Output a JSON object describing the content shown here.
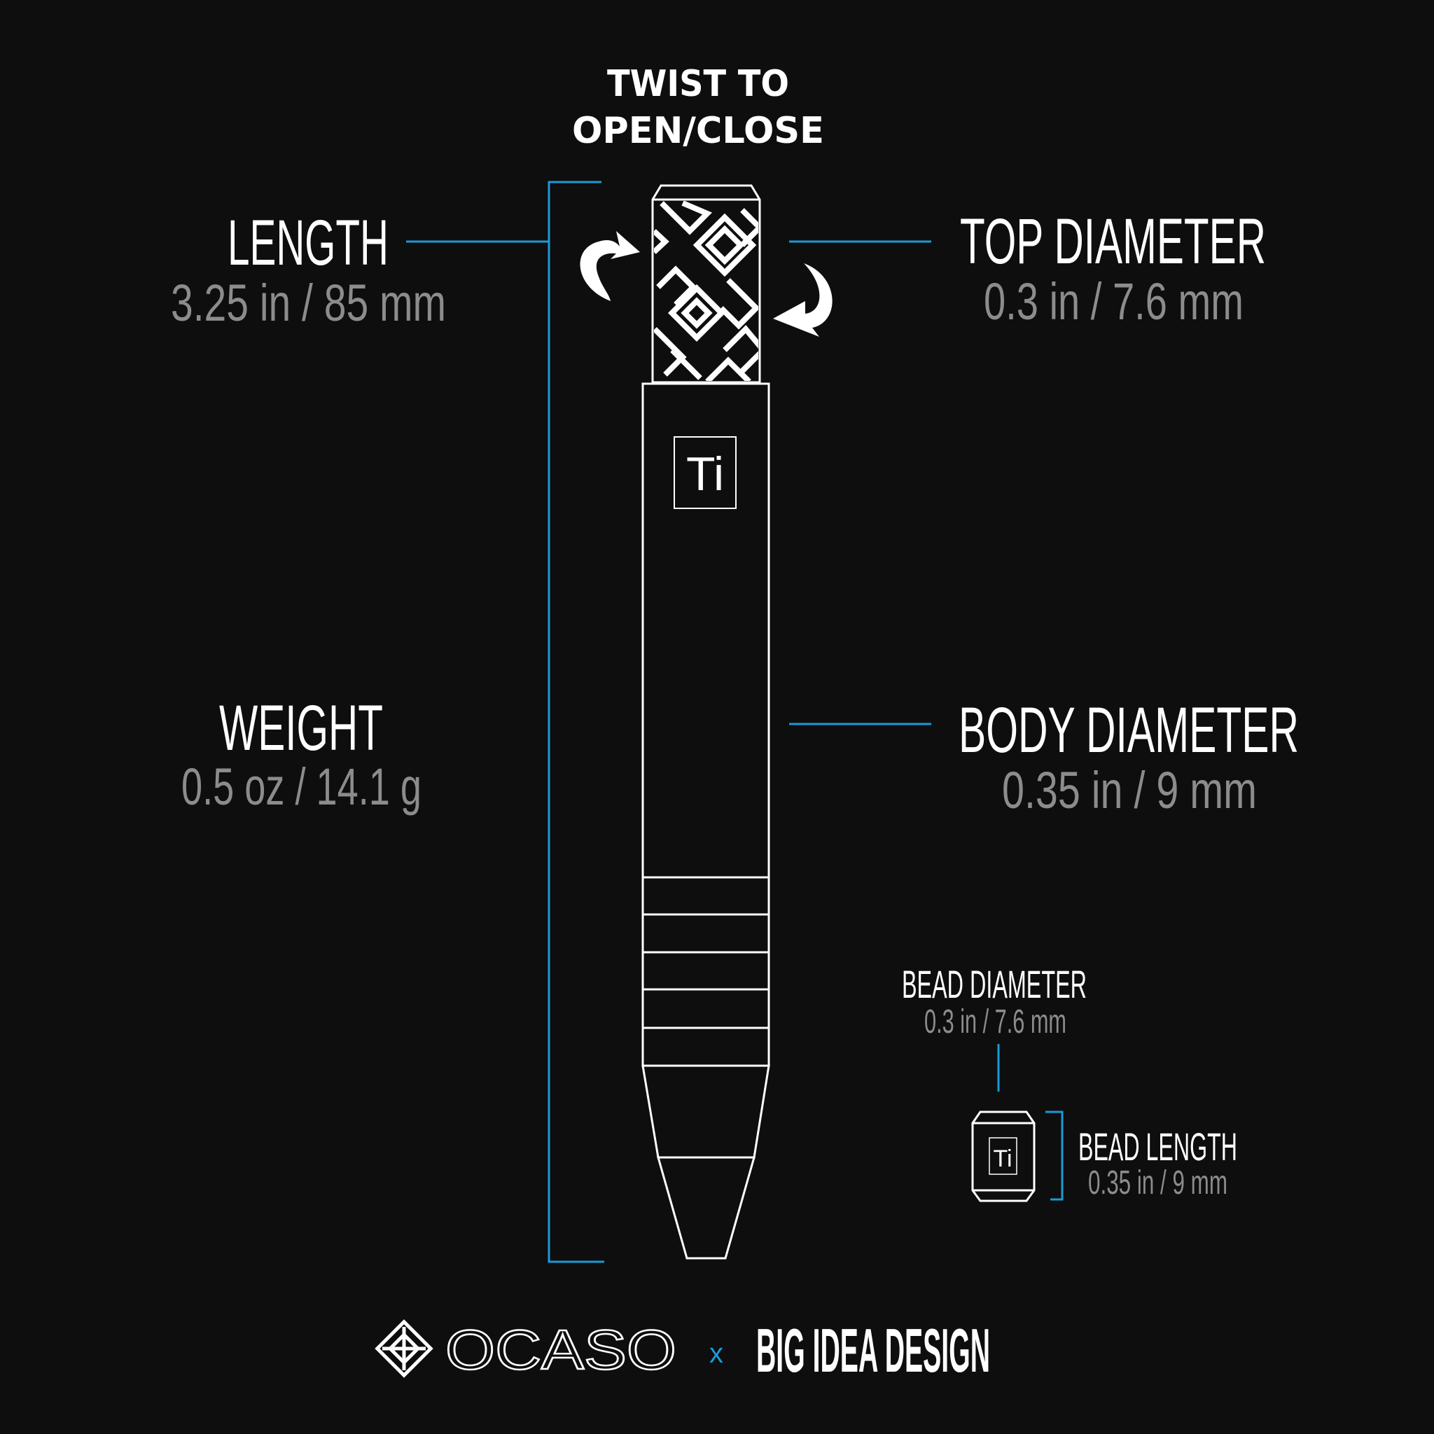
{
  "header": {
    "line1": "TWIST TO",
    "line2": "OPEN/CLOSE"
  },
  "specs": {
    "length": {
      "label": "LENGTH",
      "value": "3.25 in / 85 mm"
    },
    "top_diameter": {
      "label": "TOP DIAMETER",
      "value": "0.3 in / 7.6 mm"
    },
    "weight": {
      "label": "WEIGHT",
      "value": "0.5 oz / 14.1 g"
    },
    "body_diameter": {
      "label": "BODY DIAMETER",
      "value": "0.35 in / 9 mm"
    },
    "bead_diameter": {
      "label": "BEAD DIAMETER",
      "value": "0.3 in / 7.6 mm"
    },
    "bead_length": {
      "label": "BEAD LENGTH",
      "value": "0.35 in / 9 mm"
    }
  },
  "pen": {
    "material_mark": "Ti"
  },
  "bead": {
    "material_mark": "Ti"
  },
  "footer": {
    "brand1": "OCASO",
    "separator": "x",
    "brand2": "BIG IDEA DESIGN"
  },
  "colors": {
    "background": "#0e0e0f",
    "accent": "#1b9ad6",
    "label": "#ffffff",
    "value": "#8c8c8c"
  },
  "icons": [
    "twist-arrow-icon",
    "ocaso-logo-icon"
  ]
}
